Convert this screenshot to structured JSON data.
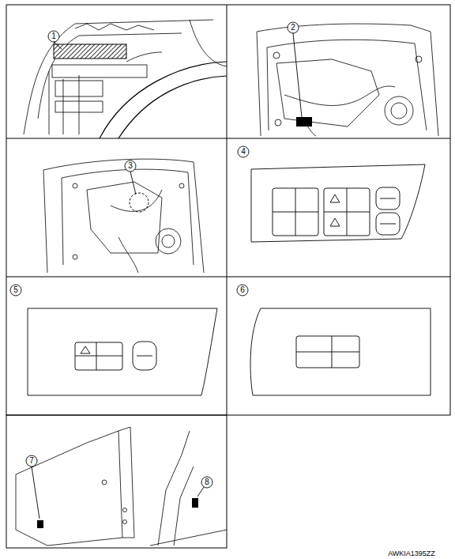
{
  "diagram": {
    "labels": [
      "1",
      "2",
      "3",
      "4",
      "5",
      "6",
      "7",
      "8",
      "AWKIA1395ZZ"
    ]
  }
}
